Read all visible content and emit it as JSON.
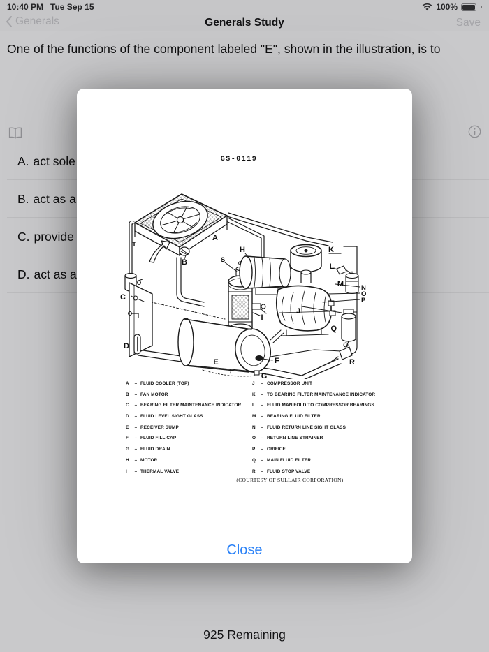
{
  "status_bar": {
    "time": "10:40 PM",
    "date": "Tue Sep 15",
    "battery_percent": "100%"
  },
  "icons": {
    "wifi": "wifi-icon",
    "battery": "battery-icon",
    "back_chevron": "chevron-left-icon",
    "book": "open-book-icon",
    "info": "info-circle-icon"
  },
  "nav_bar": {
    "back_label": "Generals",
    "title": "Generals Study",
    "save_label": "Save"
  },
  "question": {
    "text": "One of the functions of the component labeled \"E\", shown in the illustration, is to"
  },
  "answers": {
    "items": [
      {
        "label": "A.",
        "text": "act sole"
      },
      {
        "label": "B.",
        "text": "act as a"
      },
      {
        "label": "C.",
        "text": "provide"
      },
      {
        "label": "D.",
        "text": "act as a"
      }
    ]
  },
  "modal": {
    "figure_id": "GS-0119",
    "diagram_letters": [
      "A",
      "B",
      "C",
      "D",
      "E",
      "F",
      "G",
      "H",
      "I",
      "J",
      "K",
      "L",
      "M",
      "N",
      "O",
      "P",
      "Q",
      "R",
      "S",
      "T"
    ],
    "legend_dash": "–",
    "legend_left": [
      {
        "key": "A",
        "desc": "FLUID COOLER (TOP)"
      },
      {
        "key": "B",
        "desc": "FAN MOTOR"
      },
      {
        "key": "C",
        "desc": "BEARING FILTER MAINTENANCE INDICATOR"
      },
      {
        "key": "D",
        "desc": "FLUID LEVEL SIGHT GLASS"
      },
      {
        "key": "E",
        "desc": "RECEIVER SUMP"
      },
      {
        "key": "F",
        "desc": "FLUID FILL CAP"
      },
      {
        "key": "G",
        "desc": "FLUID DRAIN"
      },
      {
        "key": "H",
        "desc": "MOTOR"
      },
      {
        "key": "I",
        "desc": "THERMAL VALVE"
      }
    ],
    "legend_right": [
      {
        "key": "J",
        "desc": "COMPRESSOR UNIT"
      },
      {
        "key": "K",
        "desc": "TO BEARING FILTER MAINTENANCE INDICATOR"
      },
      {
        "key": "L",
        "desc": "FLUID MANIFOLD TO COMPRESSOR BEARINGS"
      },
      {
        "key": "M",
        "desc": "BEARING FLUID FILTER"
      },
      {
        "key": "N",
        "desc": "FLUID RETURN LINE SIGHT GLASS"
      },
      {
        "key": "O",
        "desc": "RETURN LINE STRAINER"
      },
      {
        "key": "P",
        "desc": "ORIFICE"
      },
      {
        "key": "Q",
        "desc": "MAIN FLUID FILTER"
      },
      {
        "key": "R",
        "desc": "FLUID STOP VALVE"
      }
    ],
    "courtesy": "(COURTESY OF SULLAIR CORPORATION)",
    "close_label": "Close"
  },
  "footer": {
    "remaining": "925 Remaining"
  },
  "colors": {
    "accent_blue": "#2b82f7",
    "page_bg": "#c9c9cb",
    "bar_bg": "#c6c6c8",
    "modal_bg": "#ffffff",
    "text_primary": "#0e0e0f",
    "text_disabled": "#a4a4a8",
    "separator": "#bcbcbe"
  }
}
